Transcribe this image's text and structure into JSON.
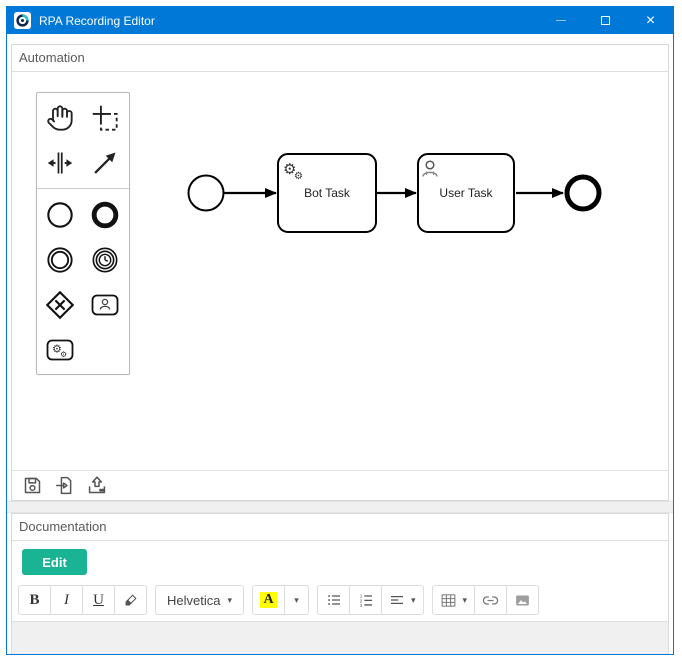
{
  "window": {
    "title": "RPA Recording Editor",
    "controls": [
      {
        "name": "minimize",
        "enabled": false
      },
      {
        "name": "maximize",
        "enabled": true
      },
      {
        "name": "close",
        "enabled": true
      }
    ]
  },
  "automation": {
    "title": "Automation",
    "palette": {
      "items": [
        {
          "icon": "hand-tool-icon",
          "name": "Hand tool"
        },
        {
          "icon": "lasso-tool-icon",
          "name": "Lasso tool"
        },
        {
          "icon": "space-tool-icon",
          "name": "Space tool"
        },
        {
          "icon": "global-connect-icon",
          "name": "Global connect tool"
        },
        {
          "icon": "start-event-icon",
          "name": "Create start event"
        },
        {
          "icon": "end-event-icon",
          "name": "Create end event"
        },
        {
          "icon": "intermediate-event-icon",
          "name": "Create intermediate event"
        },
        {
          "icon": "timer-event-icon",
          "name": "Create timer event"
        },
        {
          "icon": "gateway-icon",
          "name": "Create gateway"
        },
        {
          "icon": "user-task-icon",
          "name": "Create user task"
        },
        {
          "icon": "bot-task-icon",
          "name": "Create bot task"
        }
      ]
    },
    "diagram": {
      "nodes": [
        {
          "type": "start-event"
        },
        {
          "type": "task",
          "label": "Bot Task",
          "icon": "gears-icon"
        },
        {
          "type": "task",
          "label": "User Task",
          "icon": "user-icon"
        },
        {
          "type": "end-event"
        }
      ],
      "connections": [
        {
          "from": "start-event",
          "to": "Bot Task"
        },
        {
          "from": "Bot Task",
          "to": "User Task"
        },
        {
          "from": "User Task",
          "to": "end-event"
        }
      ]
    },
    "footer_buttons": [
      {
        "icon": "save-icon",
        "name": "Save"
      },
      {
        "icon": "import-icon",
        "name": "Open"
      },
      {
        "icon": "upload-icon",
        "name": "Upload"
      }
    ]
  },
  "documentation": {
    "title": "Documentation",
    "edit_button": "Edit",
    "toolbar": {
      "bold": "B",
      "italic": "I",
      "underline": "U",
      "font_name": "Helvetica",
      "color_letter": "A",
      "caret": "▾",
      "highlight_color": "#ffff00"
    },
    "editor_text": ""
  },
  "icons": {
    "close_glyph": "×",
    "gear_glyph": "⚙",
    "ol_digits": [
      "1",
      "2",
      "3"
    ]
  },
  "colors": {
    "titlebar": "#0078d7",
    "edit_button": "#1ab394",
    "panel_border": "#d9d9d9"
  }
}
